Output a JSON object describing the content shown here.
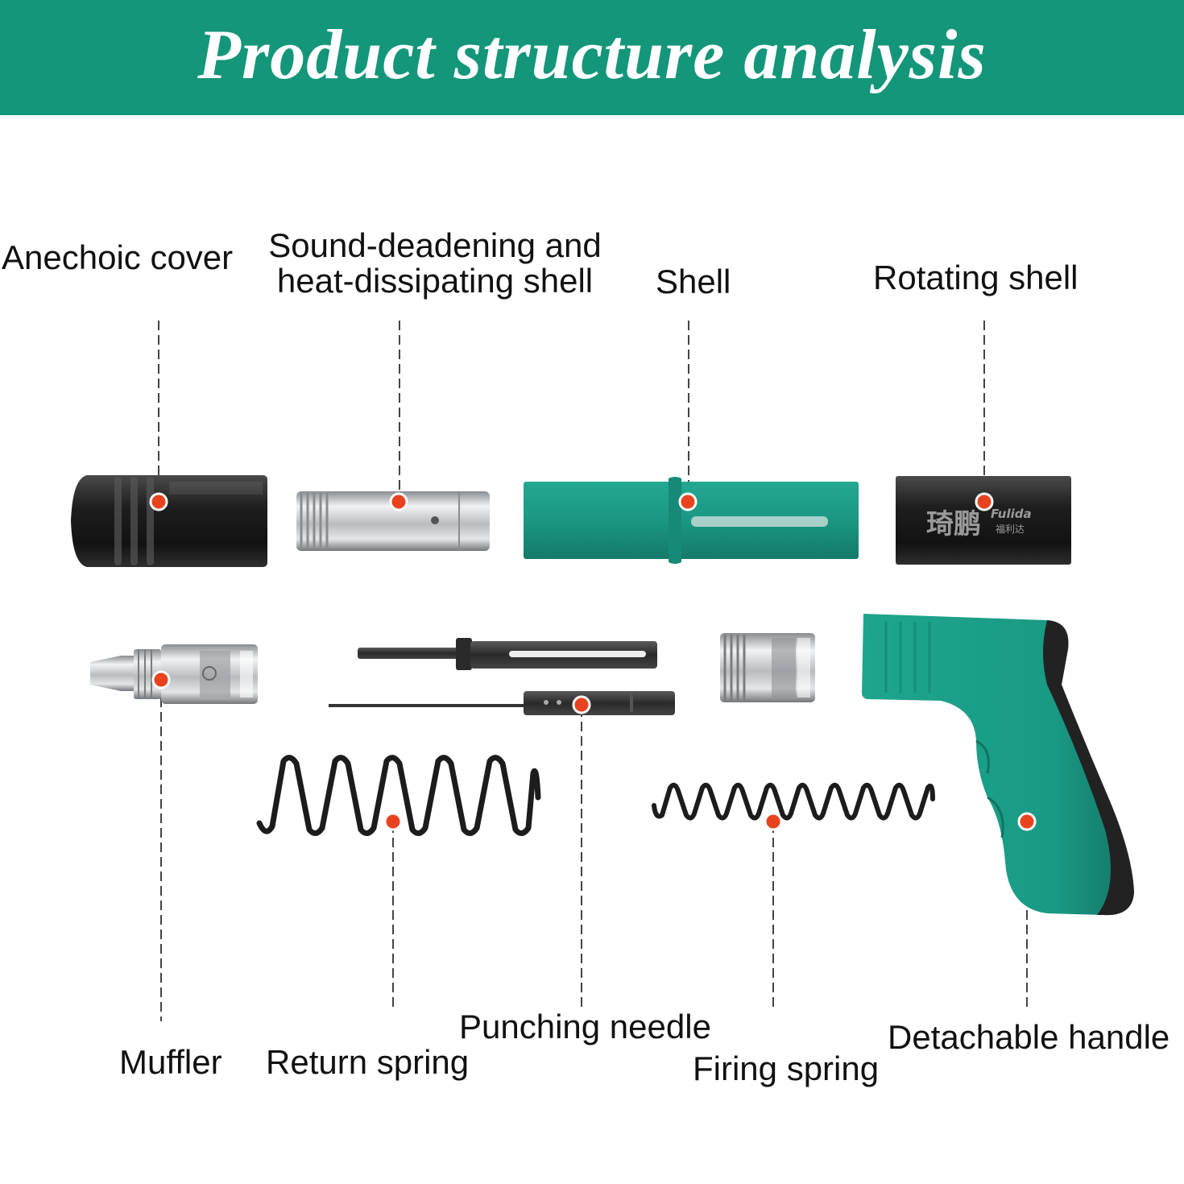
{
  "header": {
    "title": "Product structure analysis"
  },
  "colors": {
    "banner": "#14967a",
    "teal_part": "#1b9a85",
    "dark_part": "#222222",
    "metal": "#c9ccce",
    "marker": "#e8431e",
    "leader": "#444444"
  },
  "brand": {
    "logo_cn": "琦鹏",
    "logo_en": "Fulida",
    "logo_cn_small": "福利达"
  },
  "parts": {
    "anechoic_cover": "Anechoic cover",
    "sound_shell_line1": "Sound-deadening and",
    "sound_shell_line2": "heat-dissipating shell",
    "shell": "Shell",
    "rotating_shell": "Rotating shell",
    "muffler": "Muffler",
    "return_spring": "Return spring",
    "punching_needle": "Punching needle",
    "firing_spring": "Firing spring",
    "detachable_handle": "Detachable handle"
  }
}
